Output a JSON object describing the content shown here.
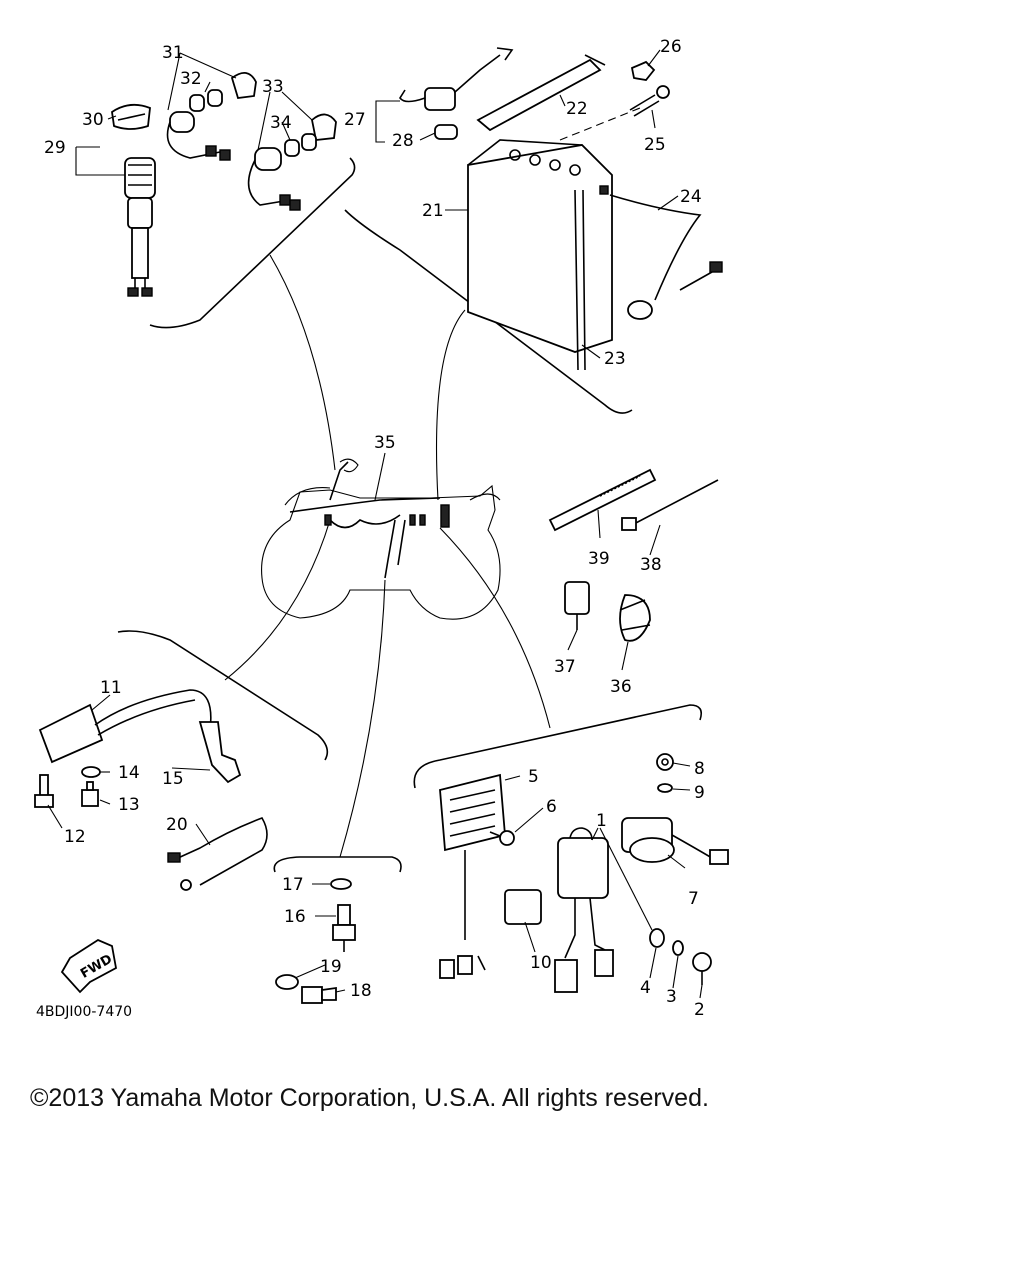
{
  "diagram_code": "4BDJI00-7470",
  "fwd_label": "FWD",
  "copyright": "©2013 Yamaha Motor Corporation, U.S.A. All rights reserved.",
  "callouts": [
    "1",
    "2",
    "3",
    "4",
    "5",
    "6",
    "7",
    "8",
    "9",
    "10",
    "11",
    "12",
    "13",
    "14",
    "15",
    "16",
    "17",
    "18",
    "19",
    "20",
    "21",
    "22",
    "23",
    "24",
    "25",
    "26",
    "27",
    "28",
    "29",
    "30",
    "31",
    "32",
    "33",
    "34",
    "35",
    "36",
    "37",
    "38",
    "39"
  ]
}
